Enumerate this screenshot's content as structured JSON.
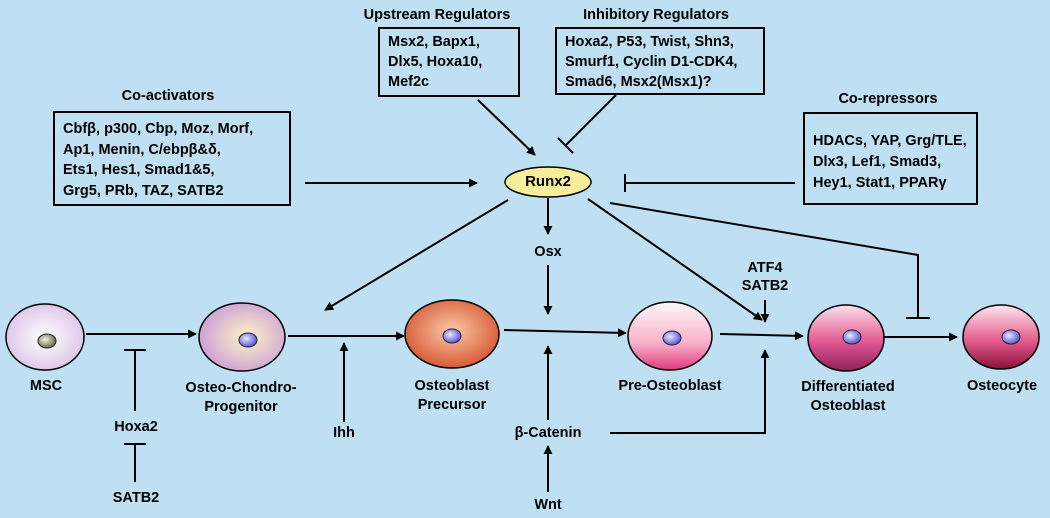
{
  "hub": {
    "label": "Runx2"
  },
  "boxes": {
    "upstream": {
      "title": "Upstream Regulators",
      "items": [
        "Msx2, Bapx1,",
        "Dlx5, Hoxa10,",
        "Mef2c"
      ]
    },
    "inhibitory": {
      "title": "Inhibitory Regulators",
      "items": [
        "Hoxa2, P53, Twist, Shn3,",
        "Smurf1, Cyclin D1-CDK4,",
        "Smad6, Msx2(Msx1)?"
      ]
    },
    "coactivators": {
      "title": "Co-activators",
      "items": [
        "Cbfβ, p300, Cbp, Moz, Morf,",
        "Ap1, Menin, C/ebpβ&δ,",
        "Ets1, Hes1, Smad1&5,",
        "Grg5, PRb, TAZ, SATB2"
      ]
    },
    "corepressors": {
      "title": "Co-repressors",
      "items": [
        "HDACs, YAP, Grg/TLE,",
        "Dlx3, Lef1, Smad3,",
        "Hey1, Stat1, PPARγ"
      ]
    }
  },
  "cells": [
    {
      "label_lines": [
        "MSC"
      ]
    },
    {
      "label_lines": [
        "Osteo-Chondro-",
        "Progenitor"
      ]
    },
    {
      "label_lines": [
        "Osteoblast",
        "Precursor"
      ]
    },
    {
      "label_lines": [
        "Pre-Osteoblast"
      ]
    },
    {
      "label_lines": [
        "Differentiated",
        "Osteoblast"
      ]
    },
    {
      "label_lines": [
        "Osteocyte"
      ]
    }
  ],
  "factors": {
    "osx": "Osx",
    "atf4": "ATF4",
    "satb2_top": "SATB2",
    "ihh": "Ihh",
    "hoxa2": "Hoxa2",
    "satb2_bottom": "SATB2",
    "beta_catenin": "β-Catenin",
    "wnt": "Wnt"
  },
  "colors": {
    "background": "#bfe0f3",
    "hub_fill": "#f6ee9a",
    "msc": "#e6d0ee",
    "progenitor": "#d9b3e6",
    "precursor": "#e2663e",
    "pre_osteoblast": "#f7b7c8",
    "differentiated": "#d94e86",
    "osteocyte": "#d63e72",
    "nucleus": "#6f6fe0"
  }
}
